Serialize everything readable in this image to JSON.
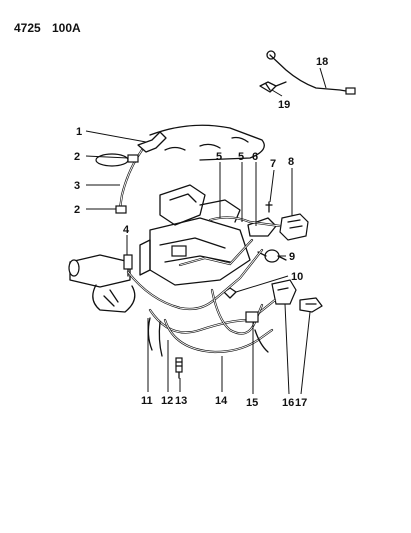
{
  "header": {
    "code": "4725",
    "suffix": "100A"
  },
  "callouts": [
    {
      "id": "c1",
      "label": "1"
    },
    {
      "id": "c2a",
      "label": "2"
    },
    {
      "id": "c3",
      "label": "3"
    },
    {
      "id": "c2b",
      "label": "2"
    },
    {
      "id": "c4",
      "label": "4"
    },
    {
      "id": "c5a",
      "label": "5"
    },
    {
      "id": "c5b",
      "label": "5"
    },
    {
      "id": "c6",
      "label": "6"
    },
    {
      "id": "c7",
      "label": "7"
    },
    {
      "id": "c8",
      "label": "8"
    },
    {
      "id": "c9",
      "label": "9"
    },
    {
      "id": "c10",
      "label": "10"
    },
    {
      "id": "c11",
      "label": "11"
    },
    {
      "id": "c12",
      "label": "12"
    },
    {
      "id": "c13",
      "label": "13"
    },
    {
      "id": "c14",
      "label": "14"
    },
    {
      "id": "c15",
      "label": "15"
    },
    {
      "id": "c16",
      "label": "16"
    },
    {
      "id": "c17",
      "label": "17"
    },
    {
      "id": "c18",
      "label": "18"
    },
    {
      "id": "c19",
      "label": "19"
    }
  ]
}
